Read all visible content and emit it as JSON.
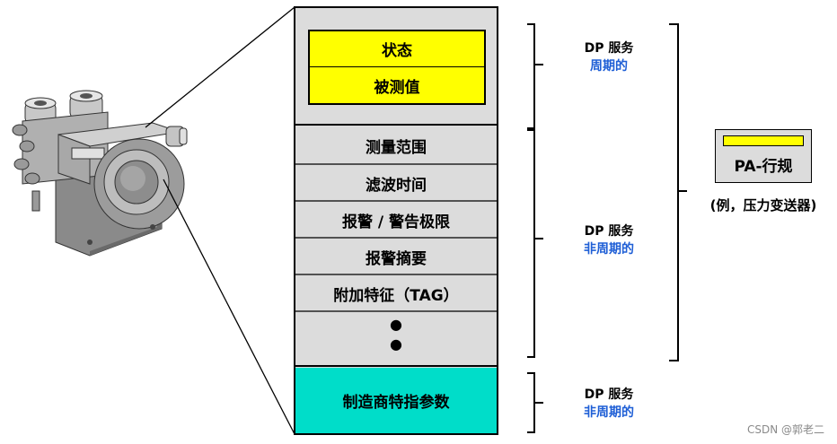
{
  "stack": {
    "top_group": [
      "状态",
      "被测值"
    ],
    "middle_rows": [
      "测量范围",
      "滤波时间",
      "报警 / 警告极限",
      "报警摘要",
      "附加特征（TAG）"
    ],
    "ellipsis": [
      "●",
      "●"
    ],
    "bottom": "制造商特指参数"
  },
  "services": [
    {
      "line1": "DP 服务",
      "line2": "周期的"
    },
    {
      "line1": "DP 服务",
      "line2": "非周期的"
    },
    {
      "line1": "DP 服务",
      "line2": "非周期的"
    }
  ],
  "profile": {
    "title": "PA-行规",
    "example": "(例，压力变送器)"
  },
  "watermark": "CSDN @郭老二",
  "colors": {
    "yellow": "#ffff00",
    "teal": "#00ddc9",
    "grey": "#dcdcdc",
    "blue": "#1f5fd6"
  }
}
